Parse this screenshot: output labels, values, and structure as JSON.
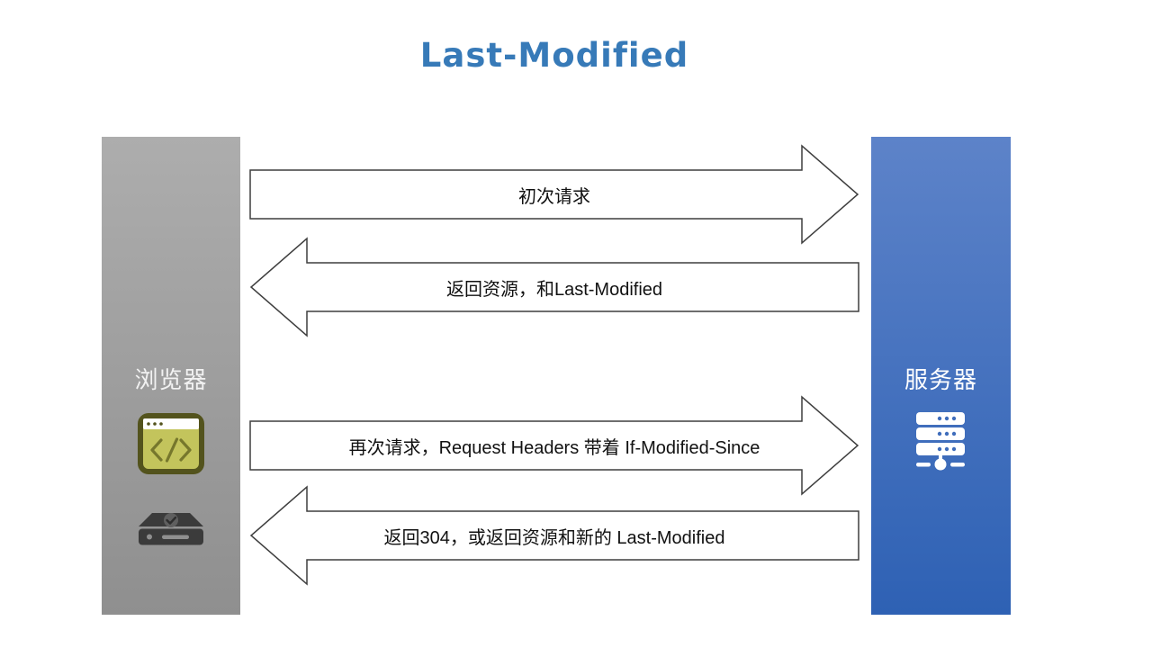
{
  "title": "Last-Modified",
  "browser": {
    "label": "浏览器",
    "icons": [
      "browser-window-icon",
      "disk-drive-icon"
    ]
  },
  "server": {
    "label": "服务器",
    "icons": [
      "server-rack-icon"
    ]
  },
  "arrows": [
    {
      "direction": "right",
      "label": "初次请求"
    },
    {
      "direction": "left",
      "label": "返回资源，和Last-Modified"
    },
    {
      "direction": "right",
      "label": "再次请求，Request Headers 带着 If-Modified-Since"
    },
    {
      "direction": "left",
      "label": "返回304，或返回资源和新的 Last-Modified"
    }
  ],
  "colors": {
    "title_blue": "#377ab8",
    "panel_gray_top": "#adadad",
    "panel_gray_bottom": "#8f8f8f",
    "panel_blue_top": "#5d83c9",
    "panel_blue_bottom": "#2e61b4",
    "arrow_fill": "#ffffff",
    "arrow_border": "#3f3f3f",
    "arrow_text": "#111111",
    "browser_icon_border": "#53531d",
    "browser_icon_body": "#c3c45c",
    "disk_icon": "#3b3b3b",
    "server_icon": "#ffffff"
  }
}
